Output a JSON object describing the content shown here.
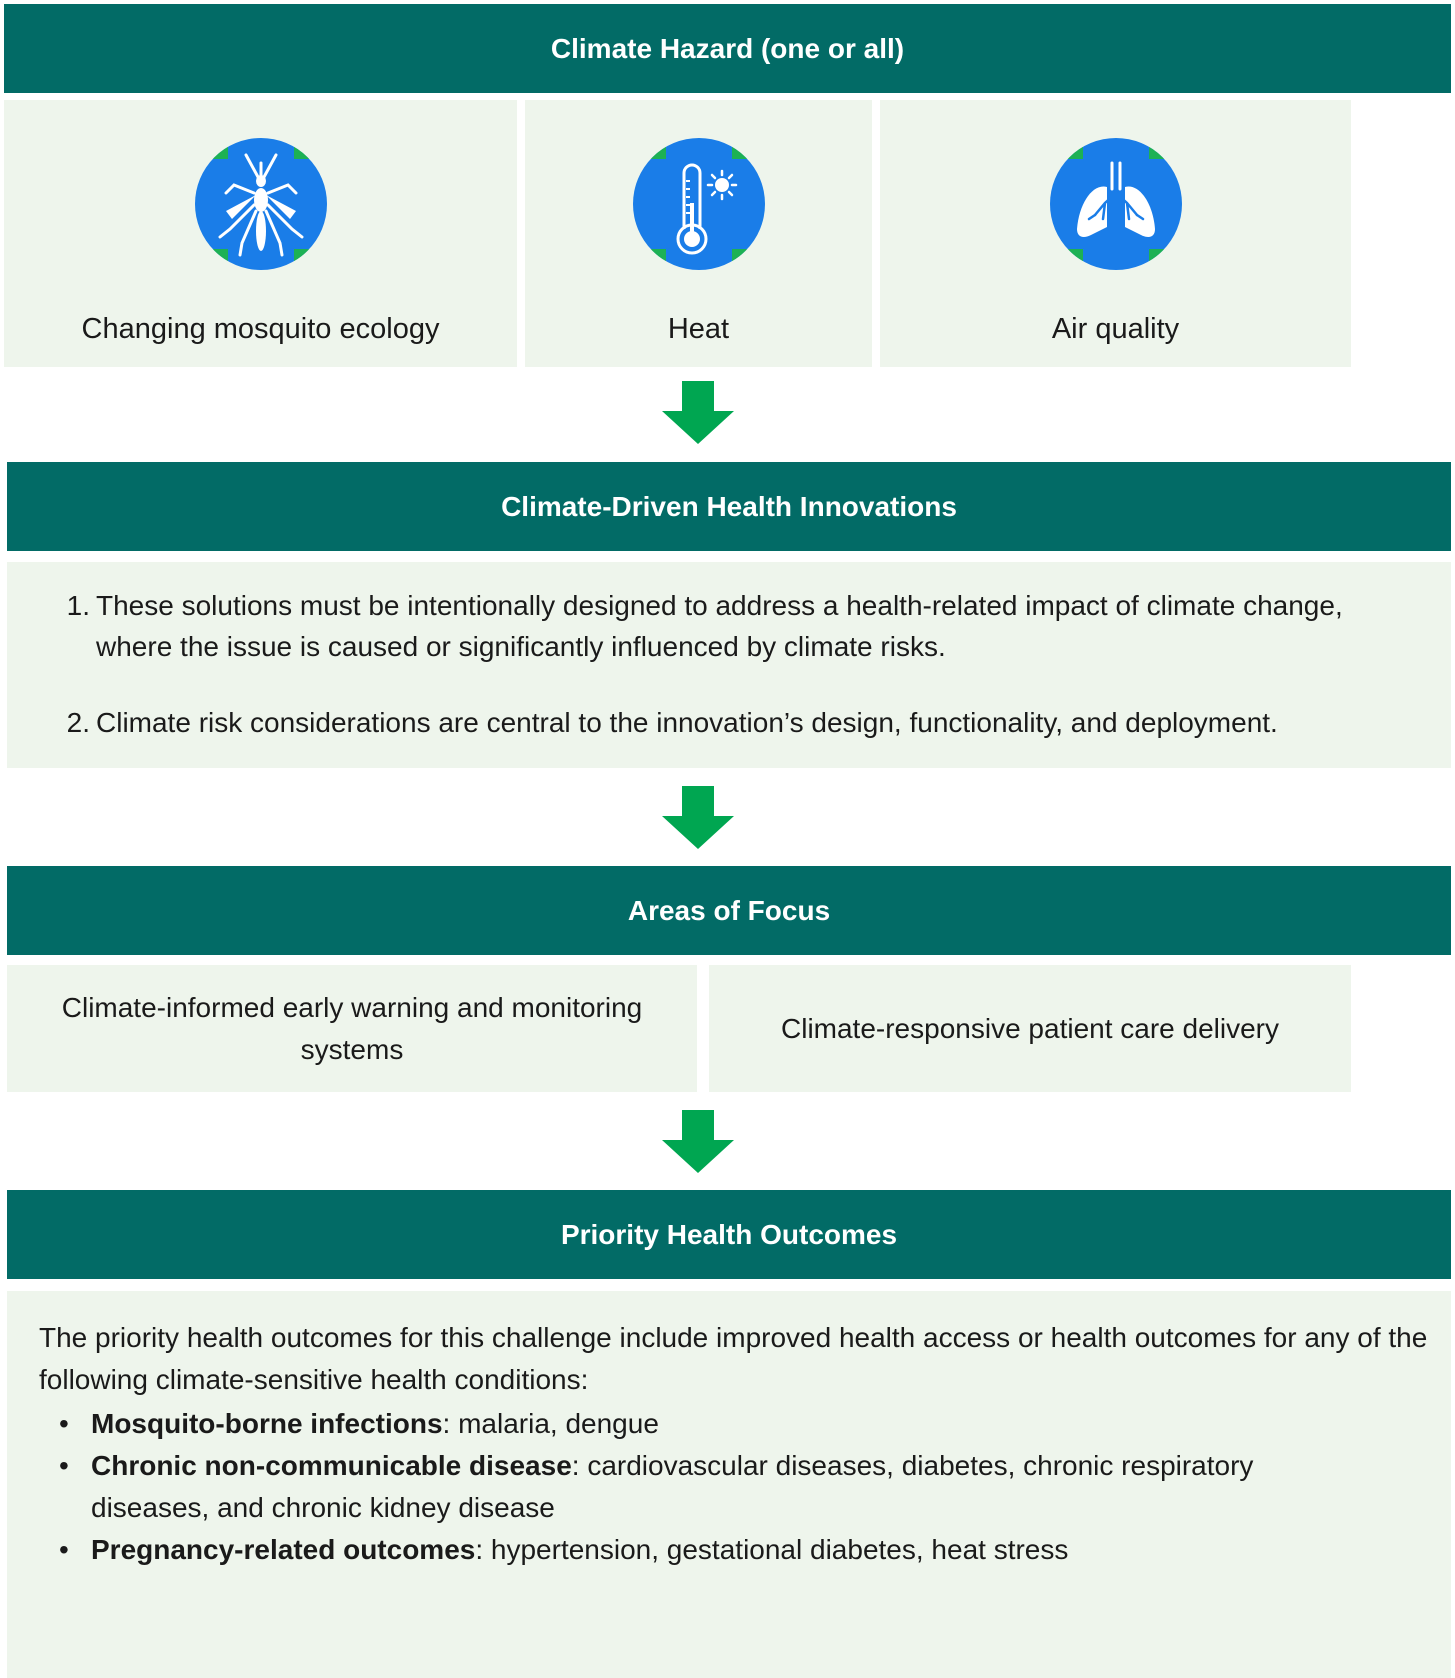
{
  "colors": {
    "header_bg": "#026b66",
    "panel_bg": "#eef5ec",
    "arrow": "#00a651",
    "icon_blue": "#1a7de8",
    "icon_green": "#1db154"
  },
  "hazard": {
    "title": "Climate Hazard (one or all)",
    "items": [
      {
        "label": "Changing mosquito ecology",
        "icon": "mosquito-icon"
      },
      {
        "label": "Heat",
        "icon": "thermometer-sun-icon"
      },
      {
        "label": "Air quality",
        "icon": "lungs-icon"
      }
    ]
  },
  "innovations": {
    "title": "Climate-Driven Health Innovations",
    "criteria": [
      {
        "num": "1.",
        "text": "These solutions must be intentionally designed to address a health-related impact of climate change, where the issue is caused or significantly influenced by climate risks."
      },
      {
        "num": "2.",
        "text": "Climate risk considerations are central to the innovation’s design, functionality, and deployment."
      }
    ]
  },
  "focus": {
    "title": "Areas of Focus",
    "areas": [
      "Climate-informed early warning and monitoring systems",
      "Climate-responsive patient care delivery"
    ]
  },
  "outcomes": {
    "title": "Priority Health Outcomes",
    "intro": "The priority health outcomes for this challenge include improved health access or health outcomes for any of the following climate-sensitive health conditions:",
    "items": [
      {
        "term": "Mosquito-borne infections",
        "detail": ": malaria, dengue"
      },
      {
        "term": "Chronic non-communicable disease",
        "detail": ": cardiovascular diseases, diabetes, chronic respiratory diseases, and chronic kidney disease"
      },
      {
        "term": "Pregnancy-related outcomes",
        "detail": ": hypertension, gestational diabetes, heat stress"
      }
    ]
  }
}
